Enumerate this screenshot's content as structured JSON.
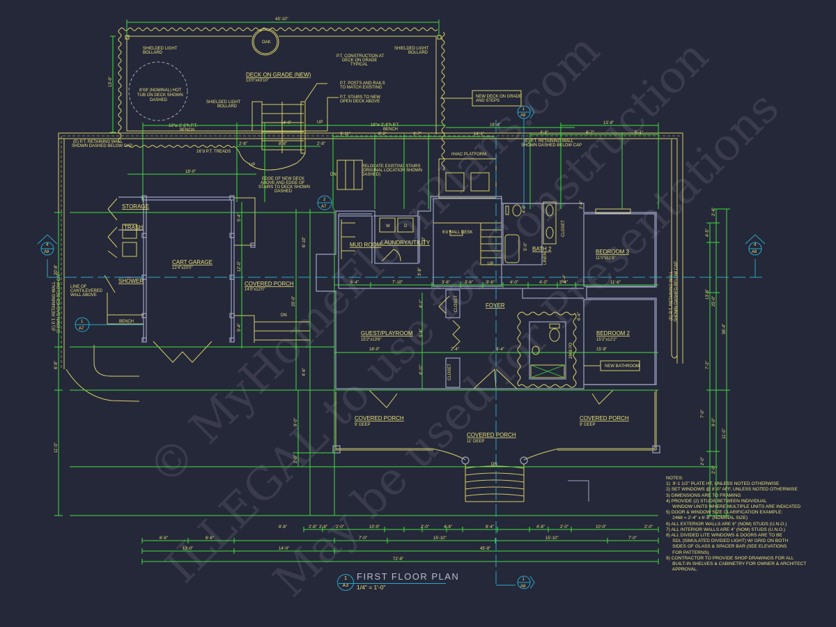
{
  "drawing": {
    "title": "FIRST FLOOR PLAN",
    "scale": "1/4\" = 1'-0\"",
    "title_ref": {
      "num": "1",
      "sheet": "A3"
    }
  },
  "colors": {
    "background": "#252839",
    "walls": "#9fa3c4",
    "annotation": "#e8e07a",
    "dimension": "#3fe03a",
    "section": "#2aa8c8"
  },
  "watermark": {
    "line1": "© MyHomeFloorPlans.com",
    "line2": "ILLEGAL to use for Construction",
    "line3": "May be used for Presentations"
  },
  "section_markers": [
    {
      "id": "sec-top",
      "num": "1",
      "sheet": "A8"
    },
    {
      "id": "sec-left",
      "num": "4",
      "sheet": "A8"
    },
    {
      "id": "sec-right",
      "num": "4",
      "sheet": "A8"
    },
    {
      "id": "sec-bottom",
      "num": "1",
      "sheet": "A8"
    },
    {
      "id": "det-a7-1",
      "num": "1",
      "sheet": "A7"
    },
    {
      "id": "det-a7-2",
      "num": "2",
      "sheet": "A7"
    }
  ],
  "rooms": {
    "deck": {
      "name": "DECK ON GRADE (NEW)",
      "size": "13'0\"x43'10\""
    },
    "cart_garage": {
      "name": "CART GARAGE",
      "size": "12'4\"x20'0\""
    },
    "covered_porch_side": {
      "name": "COVERED PORCH",
      "size": "14'0\"x12'0\""
    },
    "storage": {
      "name": "STORAGE"
    },
    "trash": {
      "name": "TRASH"
    },
    "shower": {
      "name": "SHOWER"
    },
    "bench": {
      "name": "BENCH"
    },
    "mud_room": {
      "name": "MUD ROOM"
    },
    "laundry": {
      "name": "LAUNDRY/UTILITY"
    },
    "wall_desk": {
      "name": "6'd WALL DESK"
    },
    "bath2": {
      "name": "BATH 2"
    },
    "closet": {
      "name": "CLOSET"
    },
    "linen": {
      "name": "LINEN"
    },
    "bedroom3": {
      "name": "BEDROOM 3",
      "size": "11'0\"x11'6\""
    },
    "bedroom2": {
      "name": "BEDROOM 2",
      "size": "15'2\"x12'2\""
    },
    "foyer": {
      "name": "FOYER"
    },
    "guest": {
      "name": "GUEST/PLAYROOM",
      "size": "15'2\"x13'6\""
    },
    "porch_left": {
      "name": "COVERED PORCH",
      "size": "9' DEEP"
    },
    "porch_center": {
      "name": "COVERED PORCH",
      "size": "11' DEEP"
    },
    "porch_right": {
      "name": "COVERED PORCH",
      "size": "9' DEEP"
    },
    "hvac": {
      "name": "HVAC PLATFORM"
    },
    "new_bathroom": {
      "name": "NEW BATHROOM"
    }
  },
  "annotations": {
    "oak": "OAK",
    "bollard_tl": [
      "SHIELDED LIGHT",
      "BOLLARD"
    ],
    "bollard_tr": [
      "SHIELDED LIGHT",
      "BOLLARD"
    ],
    "bollard_mid": [
      "SHIELDED LIGHT",
      "BOLLARD"
    ],
    "pt_construction": [
      "P.T. CONSTRUCTION AT",
      "DECK ON GRADE",
      "TYPICAL"
    ],
    "hot_tub": [
      "8'X8' (NOMINAL) HOT",
      "TUB ON DECK SHOWN",
      "DASHED"
    ],
    "posts_rails": [
      "P.T. POSTS AND RAILS",
      "TO MATCH EXISTING"
    ],
    "pt_stairs": [
      "P.T. STAIRS TO NEW",
      "OPEN DECK ABOVE"
    ],
    "new_deck": [
      "NEW DECK ON GRADE",
      "AND STEPS"
    ],
    "bench_left": [
      "18\"w 2'-8\"h P.T.",
      "BENCH"
    ],
    "bench_right": [
      "18\"w 2'-8\"h P.T.",
      "BENCH"
    ],
    "retaining_left": [
      "(E) P.T. RETAINING WALL",
      "SHOWN DASHED BELOW CAP"
    ],
    "retaining_right": [
      "(E) P.T. RETAINING WALL",
      "SHOWN DASHED BELOW CAP"
    ],
    "retaining_vert_left": [
      "(E) P.T. RETAINING WALL",
      "SHOWN DASHED BELOW CAP"
    ],
    "retaining_vert_right": [
      "(E) P.T. RETAINING WALL",
      "SHOWN DASHED BELOW CAP"
    ],
    "treads": "16\"d P.T. TREADS",
    "edge_deck": [
      "EDGE OF NEW DECK",
      "ABOVE AND EDGE OF",
      "STAIRS TO DECK SHOWN",
      "DASHED"
    ],
    "relocate": [
      "RELOCATE EXISTING STAIRS",
      "(ORIGINAL LOCATION SHOWN",
      "DASHED)"
    ],
    "cantilever": [
      "LINE OF",
      "CANTILEVERED",
      "WALL ABOVE"
    ],
    "up": "UP",
    "dn": "DN",
    "washer": "W",
    "dryer": "D",
    "door_2868": "2868 PD"
  },
  "dimensions": {
    "overall_deck": "43'-10\"",
    "deck_depth": "13'-0\"",
    "d14_0": "14'-0\"",
    "d8_8": "8'-8\"",
    "d2_8a": "2'-8\"",
    "d2_8b": "2'-8\"",
    "d3_11": "3'-11\"",
    "d6_2": "6'-2\"",
    "d3_7": "3'-7\"",
    "d18_4": "18'-4\"",
    "d14_1": "14'-1\"",
    "d13_8": "13'-8\"",
    "d4_3": "4'-3\"",
    "d8_7": "8'-7\"",
    "d5_1": "5'-1\"",
    "d18_0": "18'-0\"",
    "row_mid": [
      "6'-4\"",
      "7'-10\"",
      "3'-6\"",
      "3'-6\"",
      "3'-6\"",
      "4'-0\"",
      "4'-3\"",
      "3'-4\"",
      "11'-6\""
    ],
    "guest_w": "16'-0\"",
    "foyer_a": "2'-4\"",
    "foyer_b": "9'-4\"",
    "bed2_w": "15'-8\"",
    "left_v": [
      "20'-8\"",
      "6'-8\"",
      "11'-0\""
    ],
    "garage_v": [
      "5'-4\"",
      "12'-0\"",
      "5'-4\"",
      "25'-0\""
    ],
    "mud_v": [
      "6'-10\"",
      "7'-0\"",
      "3'-8\"",
      "4'-6\"",
      "5'-4\"",
      "4'-11\"",
      "4'-1\""
    ],
    "right_v": [
      "2'-4\"",
      "4'-5\"",
      "13'-5\"",
      "25'-0\"",
      "38'-4\"",
      "7'-2\"",
      "7'-0\"",
      "9'-0\"",
      "11'-0\"",
      "2'-0\"",
      "2'-0\""
    ],
    "porch_v": [
      "9'-0\"",
      "2'-0\""
    ],
    "bottom_row1": [
      "2'-8\"",
      "8'-8\"",
      "2'-8\"",
      "2'-0\"",
      "10'-0\"",
      "2'-0\"",
      "4'-8\"",
      "8'-4\"",
      "4'-8\"",
      "2'-0\"",
      "10'-0\"",
      "2'-0\""
    ],
    "bottom_row2": [
      "6'-6\"",
      "6'-6\"",
      "7'-0\"",
      "15'-10\"",
      "15'-10\"",
      "7'-0\""
    ],
    "bottom_row3": [
      "13'-0\"",
      "14'-0\"",
      "45'-8\""
    ],
    "bottom_row4": "72'-8\"",
    "bath_v": [
      "4'-8\"",
      "5'-0\"",
      "6'-4\"",
      "2'-4\"",
      "3'-4\""
    ]
  },
  "notes": {
    "heading": "NOTES:",
    "items": [
      "1)  9'-1 1/2\" PLATE HT, UNLESS NOTED OTHERWISE",
      "2) SET WINDOWS @ 8'-0\" AFF, UNLESS NOTED OTHERWISE",
      "3) DIMENSIONS ARE TO FRAMING",
      "4) PROVIDE (2) STUDS BETWEEN INDIVIDUAL",
      "     WINDOW UNITS WHERE MULTIPLE UNITS ARE INDICATED",
      "5) DOOR & WINDOW SIZE CLARIFICATION EXAMPLE:",
      "     2468 = 2'-4\" x 6'-8\" (NOMINAL SIZE)",
      "6) ALL EXTERIOR WALLS ARE 6\" (NOM) STUDS (U.N.O.)",
      "7) ALL INTERIOR WALLS ARE 4\" (NOM) STUDS (U.N.O.)",
      "8) ALL DIVIDED LITE WINDOWS & DOORS ARE TO BE",
      "     SDL (SIMULATED DIVIDED LIGHT) W/ GRID ON BOTH",
      "     SIDES OF GLASS & SPACER BAR (SEE ELEVATIONS",
      "     FOR PATTERNS).",
      "9) CONTRACTOR TO PROVIDE SHOP DRAWINGS FOR ALL",
      "     BUILT-IN SHELVES & CABINETRY FOR OWNER & ARCHITECT",
      "     APPROVAL."
    ]
  }
}
